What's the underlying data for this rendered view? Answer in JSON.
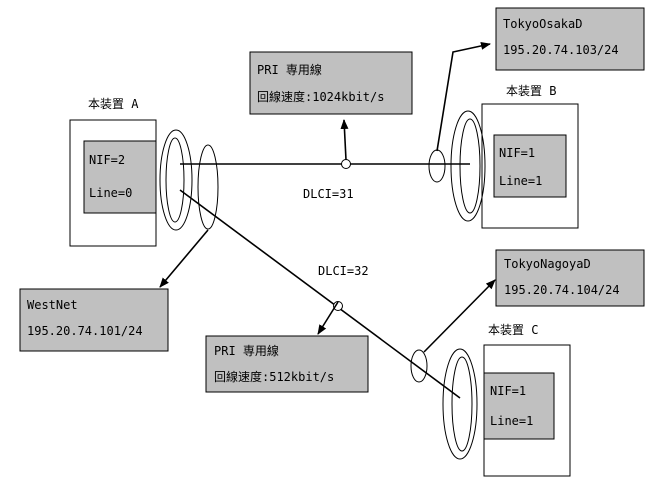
{
  "devices": {
    "a": {
      "title": "本装置 A",
      "nif": "NIF=2",
      "line": "Line=0"
    },
    "b": {
      "title": "本装置 B",
      "nif": "NIF=1",
      "line": "Line=1"
    },
    "c": {
      "title": "本装置 C",
      "nif": "NIF=1",
      "line": "Line=1"
    }
  },
  "networks": {
    "tokyo_osaka": {
      "name": "TokyoOsakaD",
      "addr": "195.20.74.103/24"
    },
    "tokyo_nagoya": {
      "name": "TokyoNagoyaD",
      "addr": "195.20.74.104/24"
    },
    "westnet": {
      "name": "WestNet",
      "addr": "195.20.74.101/24"
    }
  },
  "links": {
    "ab": {
      "dlci": "DLCI=31",
      "type": "PRI 専用線",
      "speed": "回線速度:1024kbit/s"
    },
    "ac": {
      "dlci": "DLCI=32",
      "type": "PRI 専用線",
      "speed": "回線速度:512kbit/s"
    }
  }
}
